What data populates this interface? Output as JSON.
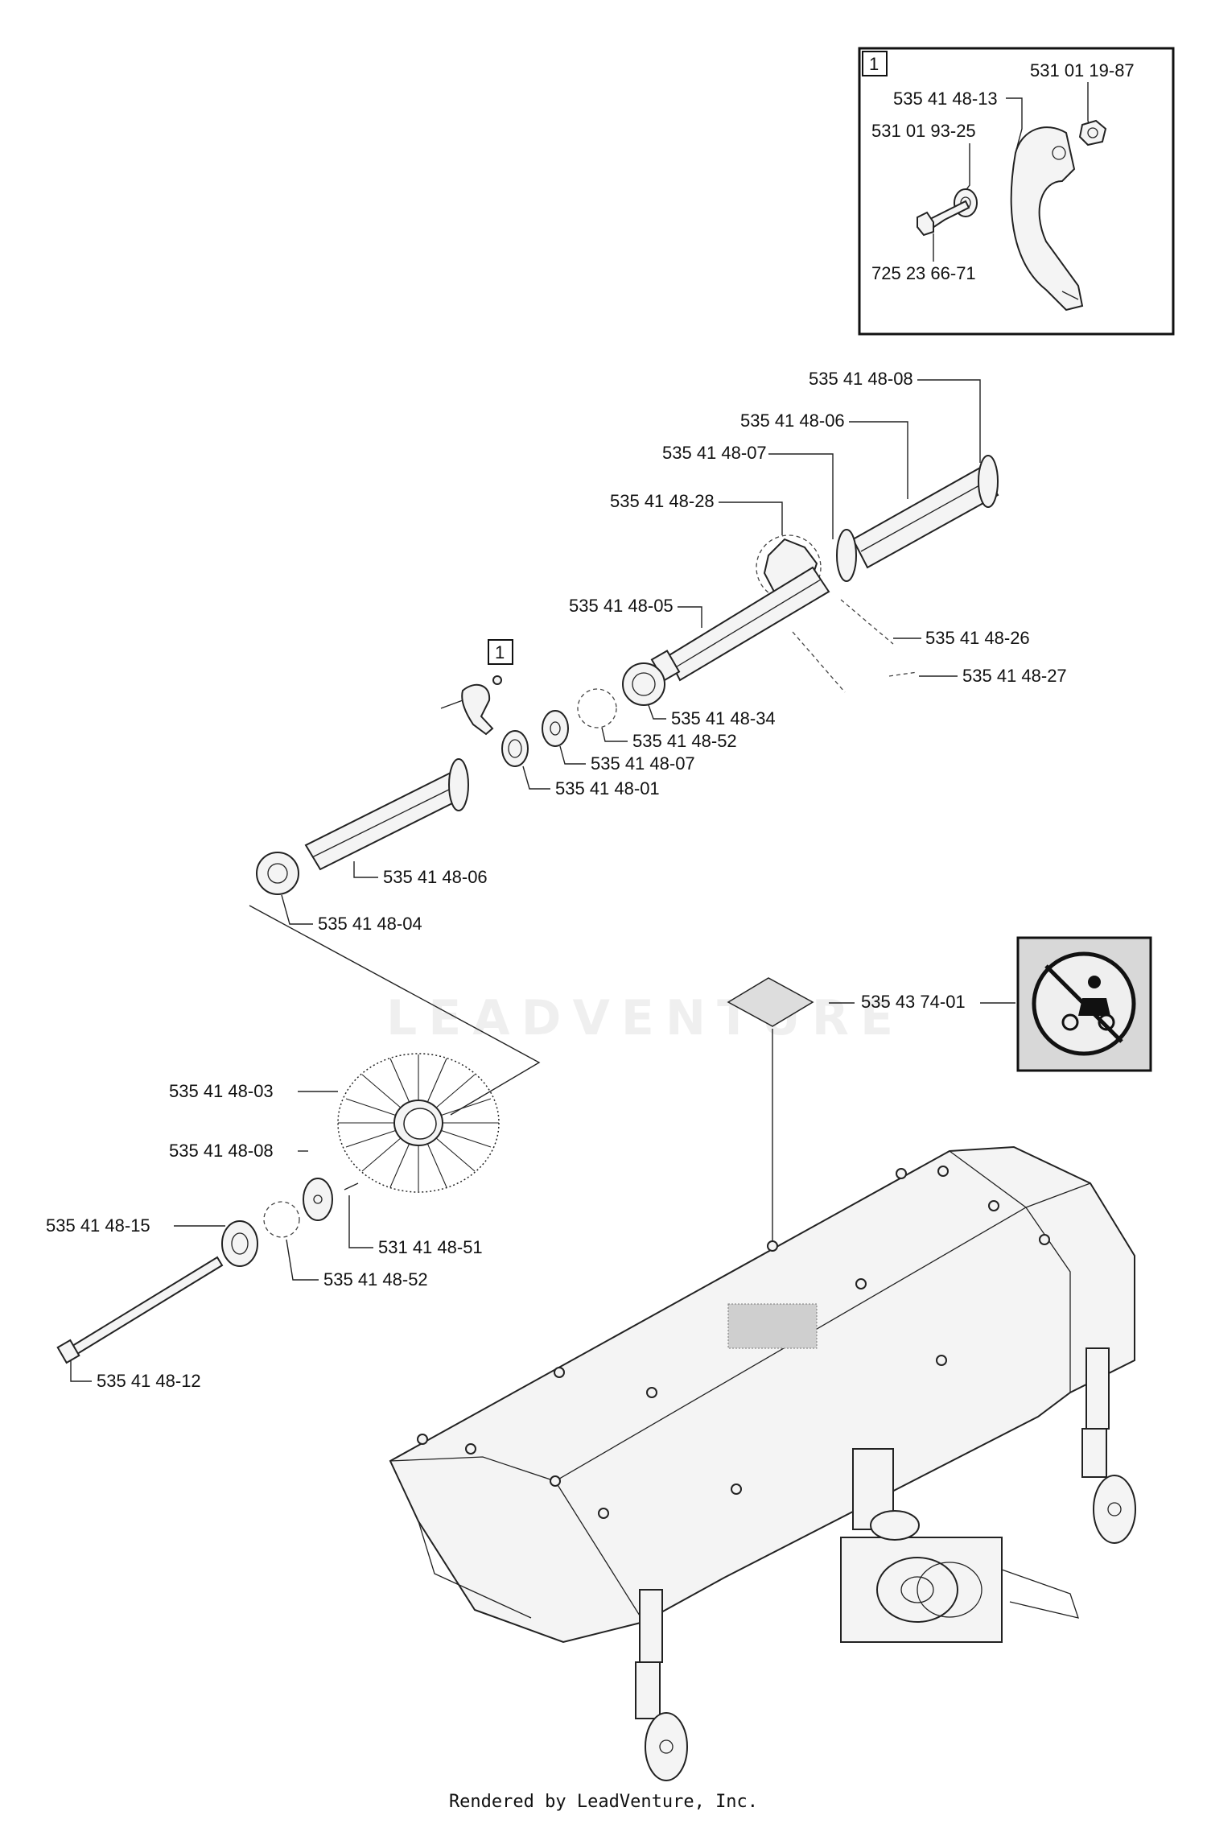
{
  "callout_ref": "1",
  "inset": {
    "ref": "1",
    "labels": [
      "531 01 19-87",
      "535 41 48-13",
      "531 01 93-25",
      "725 23 66-71"
    ]
  },
  "main_labels": [
    "535 41 48-08",
    "535 41 48-06",
    "535 41 48-07",
    "535 41 48-28",
    "535 41 48-05",
    "535 41 48-26",
    "535 41 48-27",
    "535 41 48-34",
    "535 41 48-52",
    "535 41 48-07",
    "535 41 48-01",
    "535 41 48-06",
    "535 41 48-04",
    "535 43 74-01",
    "535 41 48-03",
    "535 41 48-08",
    "535 41 48-15",
    "531 41 48-51",
    "535 41 48-52",
    "535 41 48-12"
  ],
  "watermark": "LEADVENTURE",
  "footer": "Rendered by LeadVenture, Inc."
}
